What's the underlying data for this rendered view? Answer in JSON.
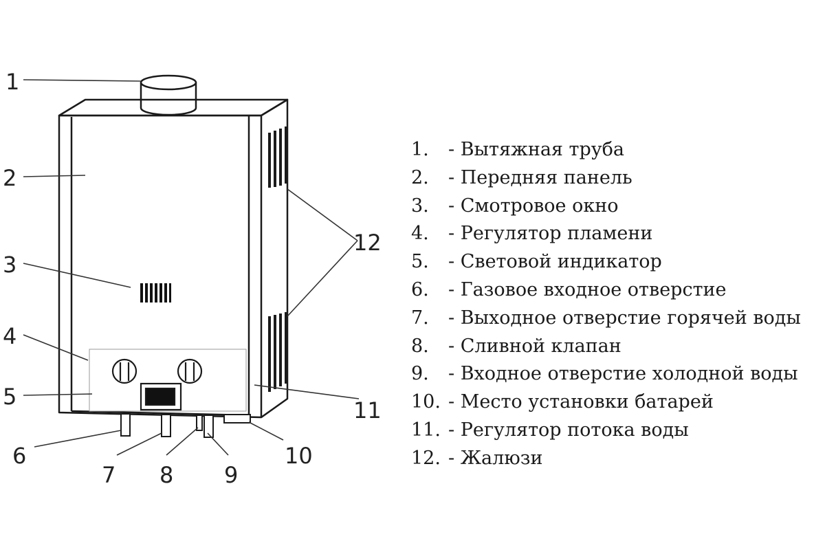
{
  "diagram": {
    "callouts": [
      "1",
      "2",
      "3",
      "4",
      "5",
      "6",
      "7",
      "8",
      "9",
      "10",
      "11",
      "12"
    ]
  },
  "legend": {
    "items": [
      {
        "num": "1.",
        "text": "- Вытяжная труба"
      },
      {
        "num": "2.",
        "text": "- Передняя панель"
      },
      {
        "num": "3.",
        "text": "- Смотровое окно"
      },
      {
        "num": "4.",
        "text": "- Регулятор пламени"
      },
      {
        "num": "5.",
        "text": "- Световой индикатор"
      },
      {
        "num": "6.",
        "text": "-  Газовое входное отверстие"
      },
      {
        "num": "7.",
        "text": "-  Выходное отверстие горячей воды"
      },
      {
        "num": "8.",
        "text": "- Сливной клапан"
      },
      {
        "num": "9.",
        "text": "- Входное отверстие холодной воды"
      },
      {
        "num": "10.",
        "text": "- Место установки батарей"
      },
      {
        "num": "11.",
        "text": "- Регулятор потока воды"
      },
      {
        "num": "12.",
        "text": "- Жалюзи"
      }
    ]
  }
}
